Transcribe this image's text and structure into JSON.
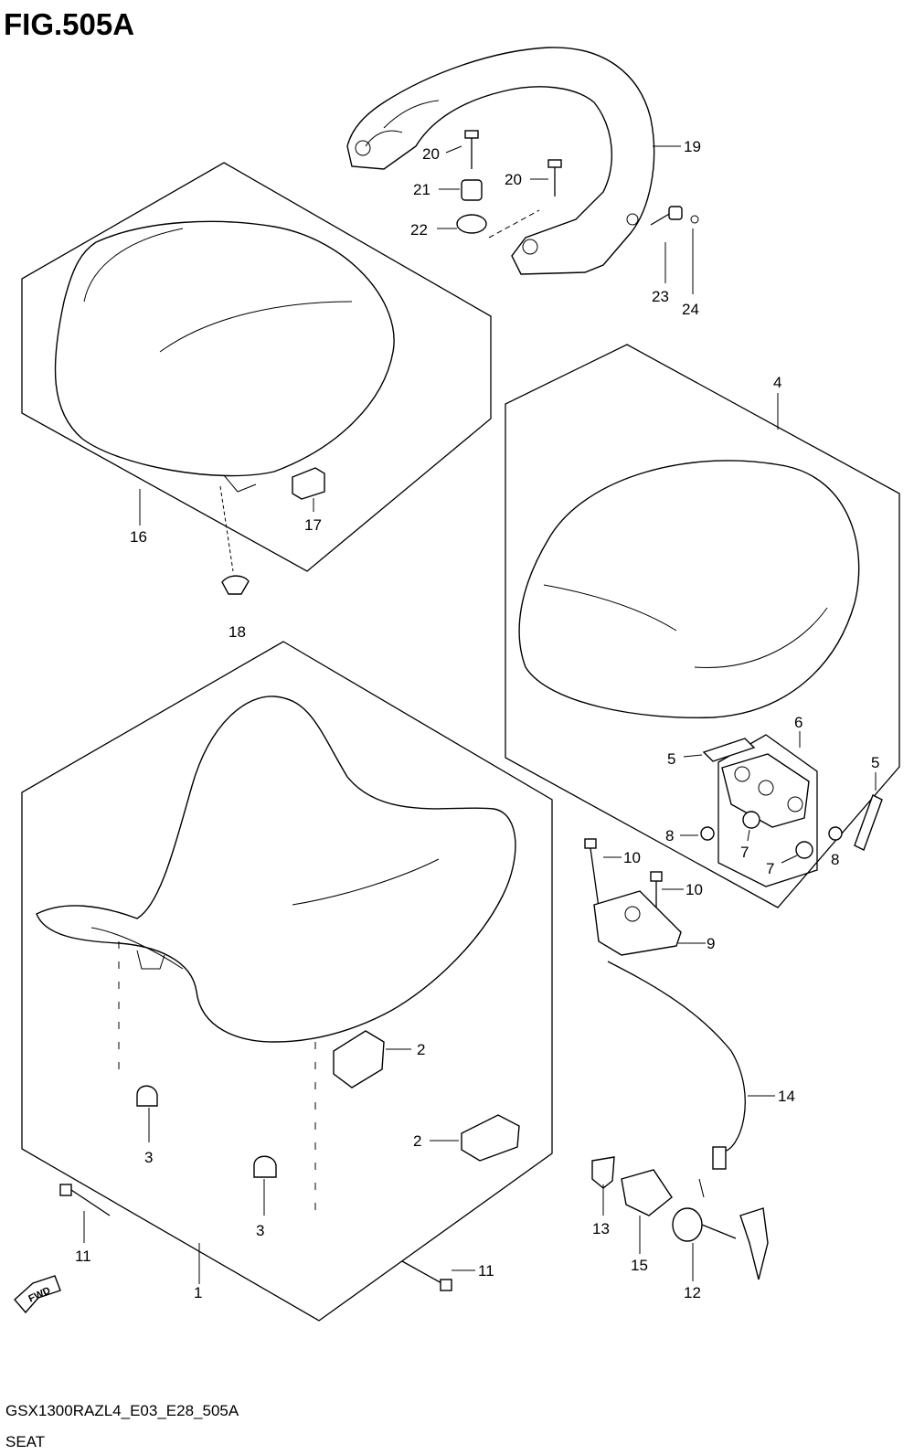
{
  "figure": {
    "title": "FIG.505A",
    "code": "GSX1300RAZL4_E03_E28_505A",
    "name": "SEAT"
  },
  "fwd_label": "FWD",
  "callouts": [
    {
      "id": "c1",
      "text": "1"
    },
    {
      "id": "c2a",
      "text": "2"
    },
    {
      "id": "c2b",
      "text": "2"
    },
    {
      "id": "c3a",
      "text": "3"
    },
    {
      "id": "c3b",
      "text": "3"
    },
    {
      "id": "c4",
      "text": "4"
    },
    {
      "id": "c5a",
      "text": "5"
    },
    {
      "id": "c5b",
      "text": "5"
    },
    {
      "id": "c6",
      "text": "6"
    },
    {
      "id": "c7a",
      "text": "7"
    },
    {
      "id": "c7b",
      "text": "7"
    },
    {
      "id": "c8a",
      "text": "8"
    },
    {
      "id": "c8b",
      "text": "8"
    },
    {
      "id": "c9",
      "text": "9"
    },
    {
      "id": "c10a",
      "text": "10"
    },
    {
      "id": "c10b",
      "text": "10"
    },
    {
      "id": "c11a",
      "text": "11"
    },
    {
      "id": "c11b",
      "text": "11"
    },
    {
      "id": "c12",
      "text": "12"
    },
    {
      "id": "c13",
      "text": "13"
    },
    {
      "id": "c14",
      "text": "14"
    },
    {
      "id": "c15",
      "text": "15"
    },
    {
      "id": "c16",
      "text": "16"
    },
    {
      "id": "c17",
      "text": "17"
    },
    {
      "id": "c18",
      "text": "18"
    },
    {
      "id": "c19",
      "text": "19"
    },
    {
      "id": "c20a",
      "text": "20"
    },
    {
      "id": "c20b",
      "text": "20"
    },
    {
      "id": "c21",
      "text": "21"
    },
    {
      "id": "c22",
      "text": "22"
    },
    {
      "id": "c23",
      "text": "23"
    },
    {
      "id": "c24",
      "text": "24"
    }
  ]
}
